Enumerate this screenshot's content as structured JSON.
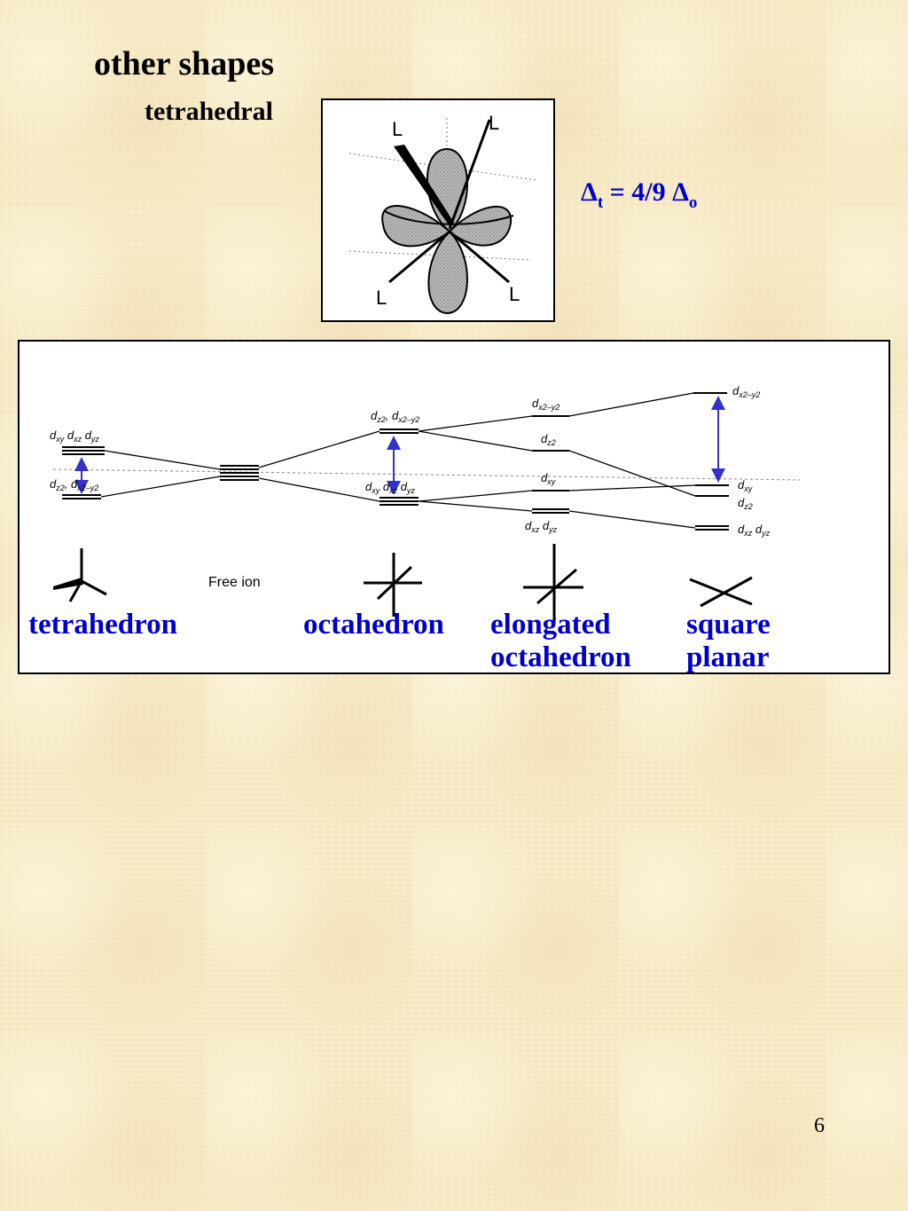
{
  "title": "other shapes",
  "subtitle": "tetrahedral",
  "orbital_figure": {
    "ligand_label": "L"
  },
  "relation": {
    "delta_symbol": "Δ",
    "left_subscript": "t",
    "middle": " = 4/9 ",
    "right_subscript": "o"
  },
  "diagram": {
    "free_ion_label": "Free ion",
    "orbital_labels": {
      "tetra_upper": [
        "d",
        "xy",
        " d",
        "xz",
        " d",
        "yz"
      ],
      "tetra_lower": [
        "d",
        "z2",
        ", d",
        "x2–y2"
      ],
      "octa_upper": [
        "d",
        "z2",
        ", d",
        "x2–y2"
      ],
      "octa_lower": [
        "d",
        "xy",
        " d",
        "xz",
        " d",
        "yz"
      ],
      "elong_dx2y2": [
        "d",
        "x2–y2"
      ],
      "elong_dz2": [
        "d",
        "z2"
      ],
      "elong_dxy": [
        "d",
        "xy"
      ],
      "elong_dxzdyz": [
        "d",
        "xz",
        " d",
        "yz"
      ],
      "sq_dx2y2": [
        "d",
        "x2–y2"
      ],
      "sq_dxy": [
        "d",
        "xy"
      ],
      "sq_dz2": [
        "d",
        "z2"
      ],
      "sq_dxzdyz": [
        "d",
        "xz",
        " d",
        "yz"
      ]
    },
    "arrow_color": "#3333cc"
  },
  "geometry_labels": {
    "tetrahedron": "tetrahedron",
    "octahedron": "octahedron",
    "elongated_line1": "elongated",
    "elongated_line2": "octahedron",
    "square_line1": "square",
    "square_line2": "planar"
  },
  "page_number": "6",
  "colors": {
    "label_blue": "#0000cc",
    "background": "#f8ecc9"
  }
}
